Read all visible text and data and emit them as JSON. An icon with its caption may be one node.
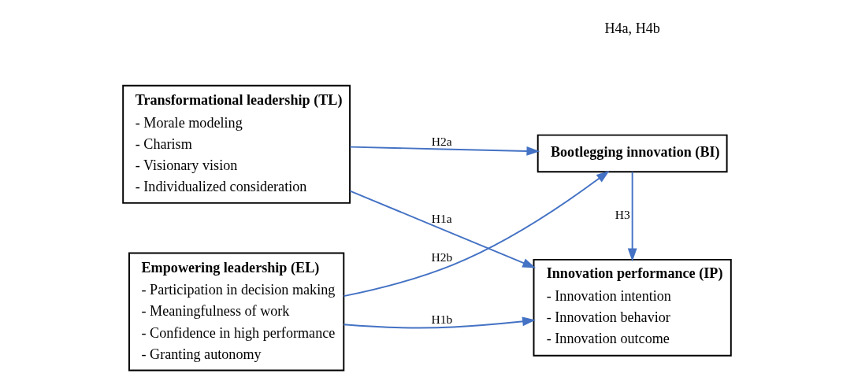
{
  "diagram": {
    "nodes": [
      {
        "text": [
          "Transformational leadership (TL)",
          "- Morale modeling",
          "- Charism",
          "- Visionary vision",
          "- Individualized consideration"
        ]
      },
      {
        "text": [
          "Empowering leadership (EL)",
          "- Participation in decision making",
          "- Meaningfulness of work",
          "- Confidence in high performance",
          "- Granting autonomy"
        ]
      },
      {
        "text": [
          "Bootlegging innovation (BI)"
        ]
      },
      {
        "text": [
          "Innovation performance (IP)",
          "- Innovation intention",
          "- Innovation behavior",
          "- Innovation outcome"
        ]
      }
    ],
    "edges": [
      {
        "from": 0,
        "to": 2,
        "arrow": "to",
        "label": "H2a"
      },
      {
        "from": 0,
        "to": 3,
        "arrow": "to",
        "label": "H1a"
      },
      {
        "from": 1,
        "to": 2,
        "arrow": "to",
        "label": "H2b"
      },
      {
        "from": 1,
        "to": 3,
        "arrow": "to",
        "label": "H1b"
      },
      {
        "from": 2,
        "to": 3,
        "arrow": "to",
        "label": "H3"
      }
    ],
    "labels": [
      "H4a, H4b"
    ]
  }
}
